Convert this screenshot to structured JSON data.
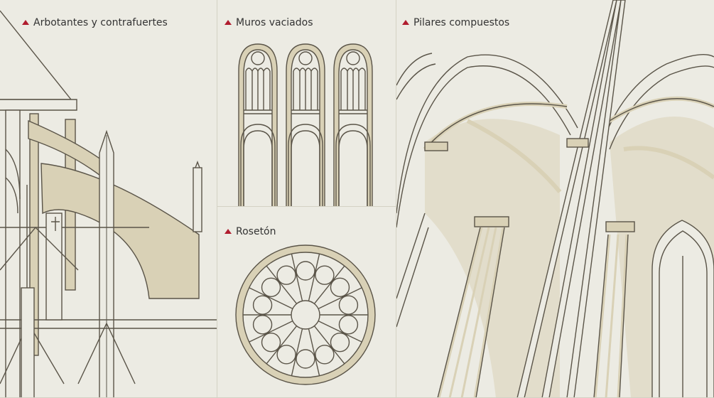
{
  "panels": {
    "arbotantes": {
      "label": "Arbotantes y contrafuertes",
      "marker_icon": "red-triangle-icon"
    },
    "muros": {
      "label": "Muros vaciados",
      "marker_icon": "red-triangle-icon"
    },
    "roseton": {
      "label": "Rosetón",
      "marker_icon": "red-triangle-icon"
    },
    "pilares": {
      "label": "Pilares compuestos",
      "marker_icon": "red-triangle-icon"
    }
  },
  "colors": {
    "background": "#ecebe3",
    "fill": "#d9d1b6",
    "stroke": "#5a5448",
    "marker": "#b01c2e"
  }
}
